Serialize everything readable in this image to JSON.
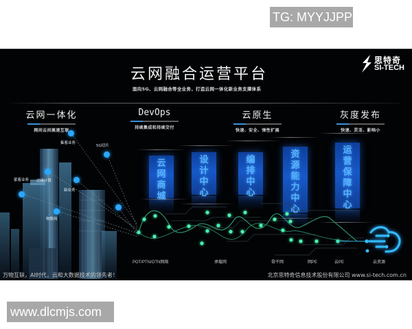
{
  "watermarks": {
    "top": "TG: MYYJJPP",
    "bottom": "www.dlcmjs.com"
  },
  "banner": {
    "title": "云网融合运营平台",
    "subtitle": "面向5G、云网融合等全业务，打造云网一体化新业务支撑体系",
    "logo": {
      "icon": "si-tech-bolt-icon",
      "cn": "思特奇",
      "en": "SI-TECH"
    },
    "pillars": [
      {
        "heading": "云网一体化",
        "desc": "网间云间高速互联"
      },
      {
        "heading": "DevOps",
        "desc": "持续集成和持续交付"
      },
      {
        "heading": "云原生",
        "desc": "快速、安全、弹性扩展"
      },
      {
        "heading": "灰度发布",
        "desc": "快速、灵活、影响小"
      }
    ],
    "centers": [
      {
        "chars": [
          "云",
          "网",
          "商",
          "城"
        ]
      },
      {
        "chars": [
          "设",
          "计",
          "中",
          "心"
        ]
      },
      {
        "chars": [
          "编",
          "排",
          "中",
          "心"
        ]
      },
      {
        "chars": [
          "资",
          "源",
          "能",
          "力",
          "中",
          "心"
        ]
      },
      {
        "chars": [
          "运",
          "营",
          "保",
          "障",
          "中",
          "心"
        ]
      }
    ],
    "building_labels": [
      "集客业务",
      "5G切片",
      "边缘计算",
      "家客业务",
      "新业务",
      "物联网"
    ],
    "network_labels": [
      "POT/PTN/OTN网络",
      "承载网",
      "骨干网",
      "网PE",
      "云PE",
      "云资源"
    ],
    "cloud_icon": "cloud-network-icon",
    "footer_left": "万物互联，AI时代，云和大数据技术的领先者！",
    "footer_right": "北京思特奇信息技术股份有限公司 www.si-tech.com.cn",
    "colors": {
      "background": "#020305",
      "accent_blue": "#2aa8ff",
      "card_blue": "#1758c8",
      "node_green": "#3de8a0"
    }
  }
}
